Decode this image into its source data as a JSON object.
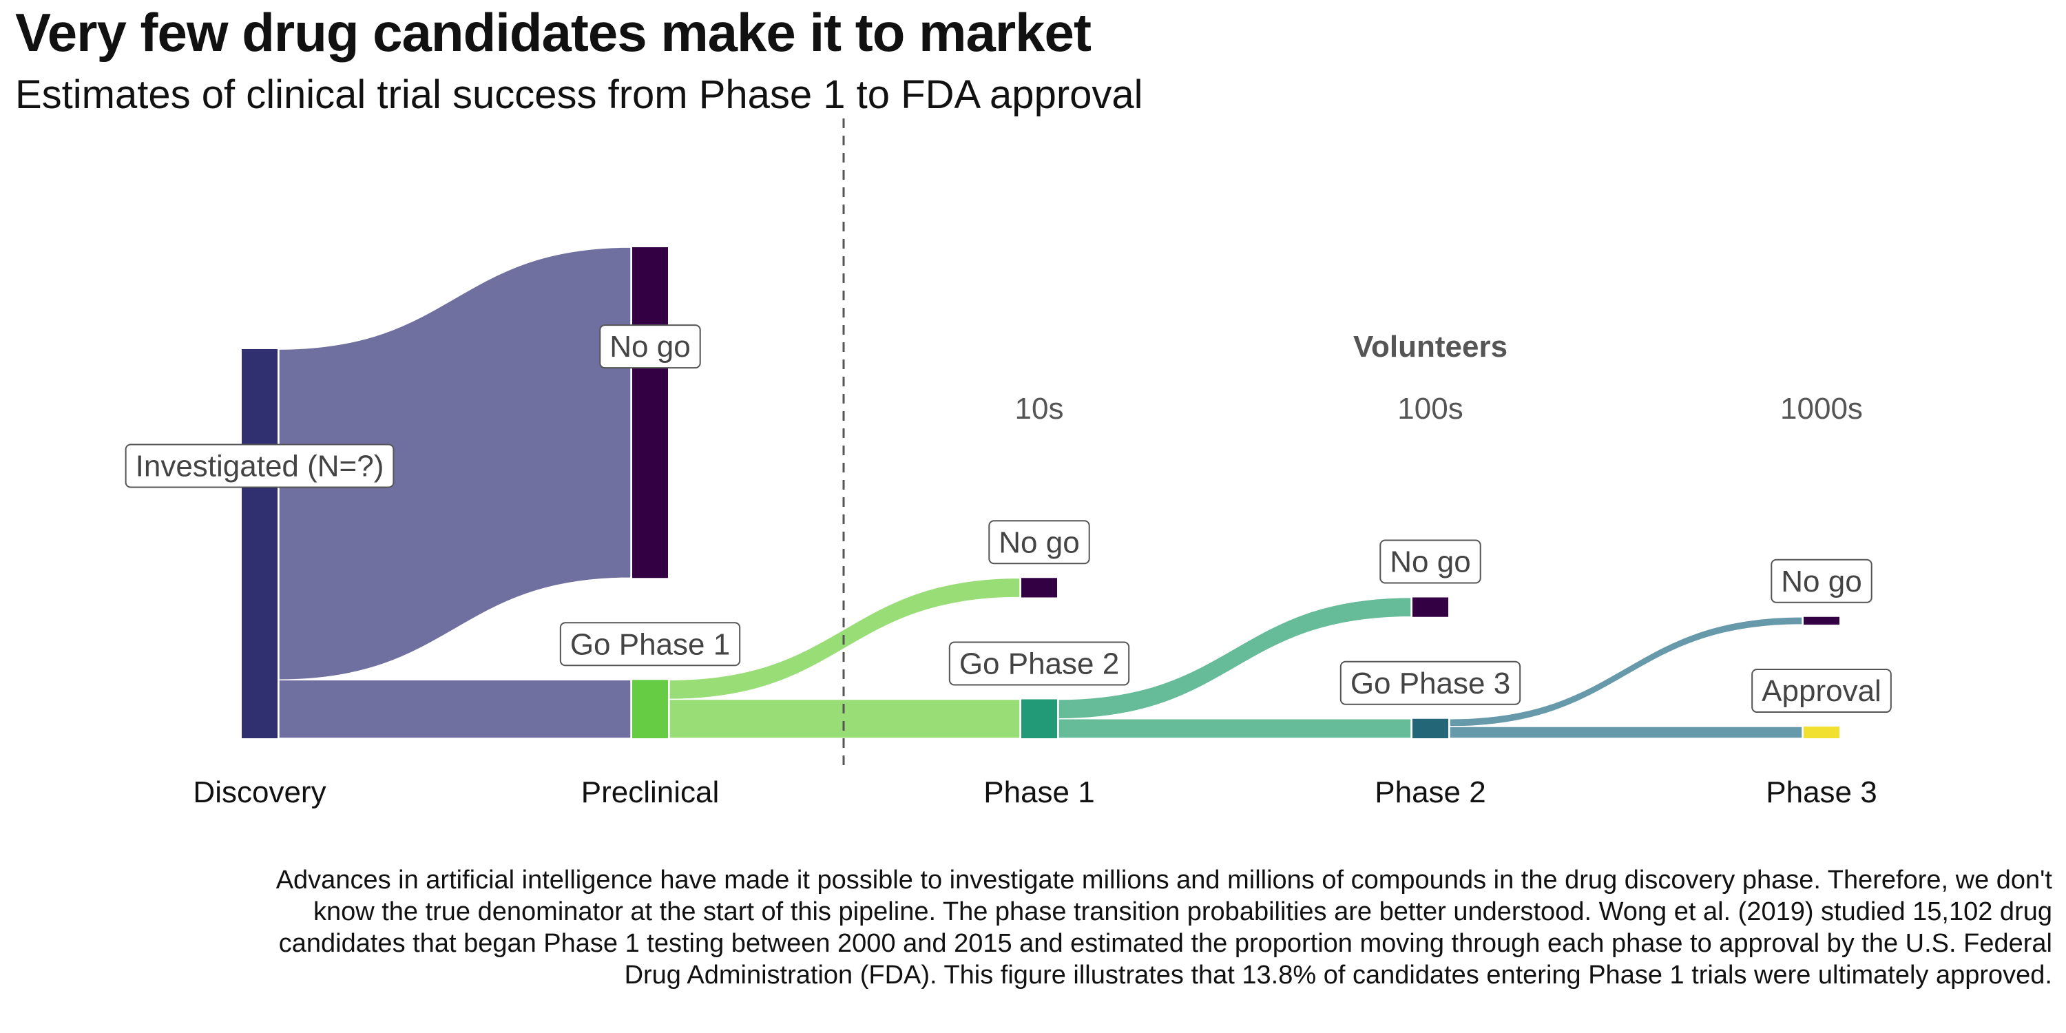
{
  "title": "Very few drug candidates make it to market",
  "subtitle": "Estimates of clinical trial success from Phase 1 to FDA approval",
  "caption": "Advances in artificial intelligence have made it possible to investigate millions and millions of compounds in the drug discovery phase. Therefore, we don't know the true denominator at the start of this pipeline. The phase transition probabilities are better understood. Wong et al. (2019) studied 15,102 drug candidates that began Phase 1 testing between 2000 and 2015 and estimated the proportion moving through each phase to approval by the U.S. Federal Drug Administration (FDA). This figure illustrates that 13.8% of candidates entering Phase 1 trials were ultimately approved.",
  "colors": {
    "investigated": "#303070",
    "no_go": "#330044",
    "go_phase_1": "#66CC44",
    "go_phase_2": "#229977",
    "go_phase_3": "#226677",
    "approval": "#F2E030",
    "link_discovery": "#7070A0",
    "link_preclinical": "#99DD77",
    "link_phase1": "#66BB99",
    "link_phase2": "#6699AA"
  },
  "chart_data": {
    "type": "sankey",
    "stages": [
      "Discovery",
      "Preclinical",
      "Phase 1",
      "Phase 2",
      "Phase 3"
    ],
    "volunteers_title": "Volunteers",
    "volunteers": [
      {
        "stage": "Phase 1",
        "label": "10s"
      },
      {
        "stage": "Phase 2",
        "label": "100s"
      },
      {
        "stage": "Phase 3",
        "label": "1000s"
      }
    ],
    "divider_between": [
      "Preclinical",
      "Phase 1"
    ],
    "nodes": [
      {
        "id": "investigated",
        "label": "Investigated (N=?)",
        "stage": "Discovery",
        "color_key": "investigated"
      },
      {
        "id": "preclinical_no_go",
        "label": "No go",
        "stage": "Preclinical",
        "color_key": "no_go"
      },
      {
        "id": "go_phase_1",
        "label": "Go Phase 1",
        "stage": "Preclinical",
        "color_key": "go_phase_1"
      },
      {
        "id": "phase1_no_go",
        "label": "No go",
        "stage": "Phase 1",
        "color_key": "no_go"
      },
      {
        "id": "go_phase_2",
        "label": "Go Phase 2",
        "stage": "Phase 1",
        "color_key": "go_phase_2"
      },
      {
        "id": "phase2_no_go",
        "label": "No go",
        "stage": "Phase 2",
        "color_key": "no_go"
      },
      {
        "id": "go_phase_3",
        "label": "Go Phase 3",
        "stage": "Phase 2",
        "color_key": "go_phase_3"
      },
      {
        "id": "phase3_no_go",
        "label": "No go",
        "stage": "Phase 3",
        "color_key": "no_go"
      },
      {
        "id": "approval",
        "label": "Approval",
        "stage": "Phase 3",
        "color_key": "approval"
      }
    ],
    "links": [
      {
        "source": "investigated",
        "target": "preclinical_no_go",
        "value": 85,
        "color_key": "link_discovery"
      },
      {
        "source": "investigated",
        "target": "go_phase_1",
        "value": 15,
        "color_key": "link_discovery"
      },
      {
        "source": "go_phase_1",
        "target": "phase1_no_go",
        "value": 5.0,
        "color_key": "link_preclinical"
      },
      {
        "source": "go_phase_1",
        "target": "go_phase_2",
        "value": 10.0,
        "color_key": "link_preclinical"
      },
      {
        "source": "go_phase_2",
        "target": "phase2_no_go",
        "value": 5.0,
        "color_key": "link_phase1"
      },
      {
        "source": "go_phase_2",
        "target": "go_phase_3",
        "value": 5.0,
        "color_key": "link_phase1"
      },
      {
        "source": "go_phase_3",
        "target": "phase3_no_go",
        "value": 2.0,
        "color_key": "link_phase2"
      },
      {
        "source": "go_phase_3",
        "target": "approval",
        "value": 3.0,
        "color_key": "link_phase2"
      }
    ]
  }
}
